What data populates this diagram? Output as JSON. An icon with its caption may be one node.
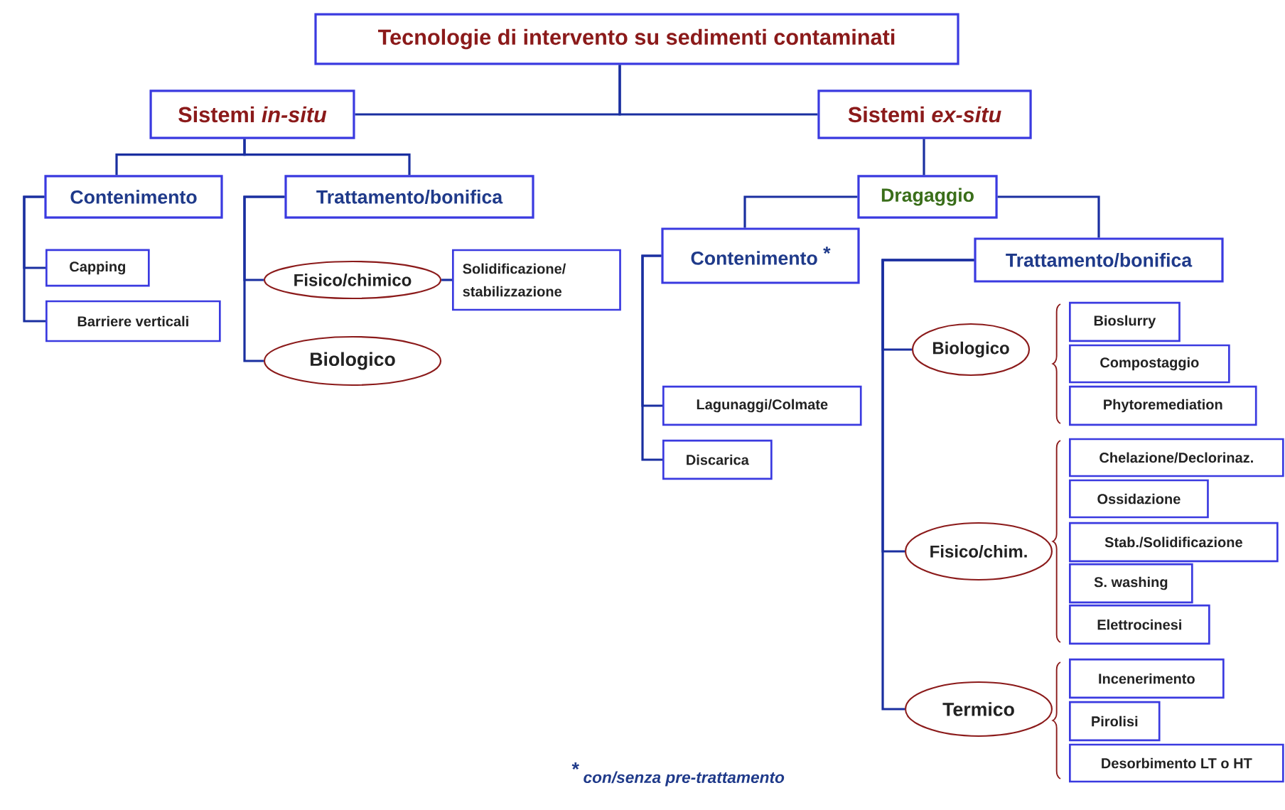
{
  "diagram": {
    "nodes": [
      {
        "text": [
          "Tecnologie di intervento su sedimenti contaminati"
        ]
      },
      {
        "text": [
          "Sistemi *in-situ*"
        ]
      },
      {
        "text": [
          "Sistemi *ex-situ*"
        ]
      },
      {
        "text": [
          "Contenimento"
        ]
      },
      {
        "text": [
          "Trattamento/bonifica"
        ]
      },
      {
        "text": [
          "Capping"
        ]
      },
      {
        "text": [
          "Barriere verticali"
        ]
      },
      {
        "text": [
          "Fisico/chimico"
        ]
      },
      {
        "text": [
          "Solidificazione/ stabilizzazione"
        ]
      },
      {
        "text": [
          "Biologico"
        ]
      },
      {
        "text": [
          "Dragaggio"
        ]
      },
      {
        "text": [
          "Contenimento",
          "*"
        ]
      },
      {
        "text": [
          "Trattamento/bonifica"
        ]
      },
      {
        "text": [
          "Lagunaggi/Colmate"
        ]
      },
      {
        "text": [
          "Discarica"
        ]
      },
      {
        "text": [
          "Biologico"
        ]
      },
      {
        "text": [
          "Bioslurry"
        ]
      },
      {
        "text": [
          "Compostaggio"
        ]
      },
      {
        "text": [
          "Phytoremediation"
        ]
      },
      {
        "text": [
          "Fisico/chim."
        ]
      },
      {
        "text": [
          "Chelazione/Declorinaz."
        ]
      },
      {
        "text": [
          "Ossidazione"
        ]
      },
      {
        "text": [
          "Stab./Solidificazione"
        ]
      },
      {
        "text": [
          "S. washing"
        ]
      },
      {
        "text": [
          "Elettrocinesi"
        ]
      },
      {
        "text": [
          "Termico"
        ]
      },
      {
        "text": [
          "Incenerimento"
        ]
      },
      {
        "text": [
          "Pirolisi"
        ]
      },
      {
        "text": [
          "Desorbimento LT o HT"
        ]
      }
    ],
    "edges": [
      {
        "from": 0,
        "to": 1,
        "arrow": "none"
      },
      {
        "from": 0,
        "to": 2,
        "arrow": "none"
      },
      {
        "from": 1,
        "to": 3,
        "arrow": "none"
      },
      {
        "from": 1,
        "to": 4,
        "arrow": "none"
      },
      {
        "from": 3,
        "to": 5,
        "arrow": "none"
      },
      {
        "from": 3,
        "to": 6,
        "arrow": "none"
      },
      {
        "from": 4,
        "to": 7,
        "arrow": "none"
      },
      {
        "from": 4,
        "to": 9,
        "arrow": "none"
      },
      {
        "from": 7,
        "to": 8,
        "arrow": "none"
      },
      {
        "from": 2,
        "to": 10,
        "arrow": "none"
      },
      {
        "from": 10,
        "to": 11,
        "arrow": "none"
      },
      {
        "from": 10,
        "to": 12,
        "arrow": "none"
      },
      {
        "from": 11,
        "to": 13,
        "arrow": "none"
      },
      {
        "from": 11,
        "to": 14,
        "arrow": "none"
      },
      {
        "from": 12,
        "to": 15,
        "arrow": "none"
      },
      {
        "from": 12,
        "to": 19,
        "arrow": "none"
      },
      {
        "from": 12,
        "to": 25,
        "arrow": "none"
      }
    ],
    "labels": [
      "*",
      "con/senza pre-trattamento"
    ]
  }
}
